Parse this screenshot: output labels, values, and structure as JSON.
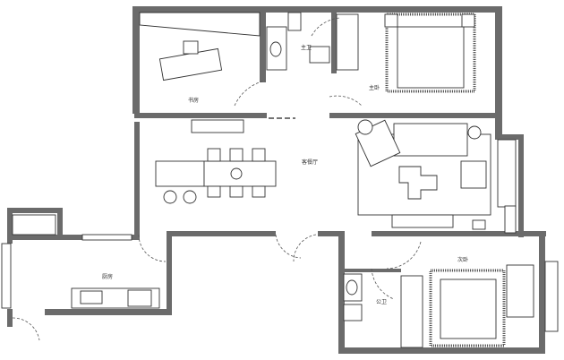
{
  "plan": {
    "rooms": {
      "study": "书房",
      "master_bath": "主卫",
      "master_bedroom": "主卧",
      "living_dining": "客餐厅",
      "kitchen": "厨房",
      "second_bedroom": "次卧",
      "public_bath": "公卫"
    },
    "colors": {
      "wall": "#6b6b6b",
      "line": "#222222"
    }
  }
}
